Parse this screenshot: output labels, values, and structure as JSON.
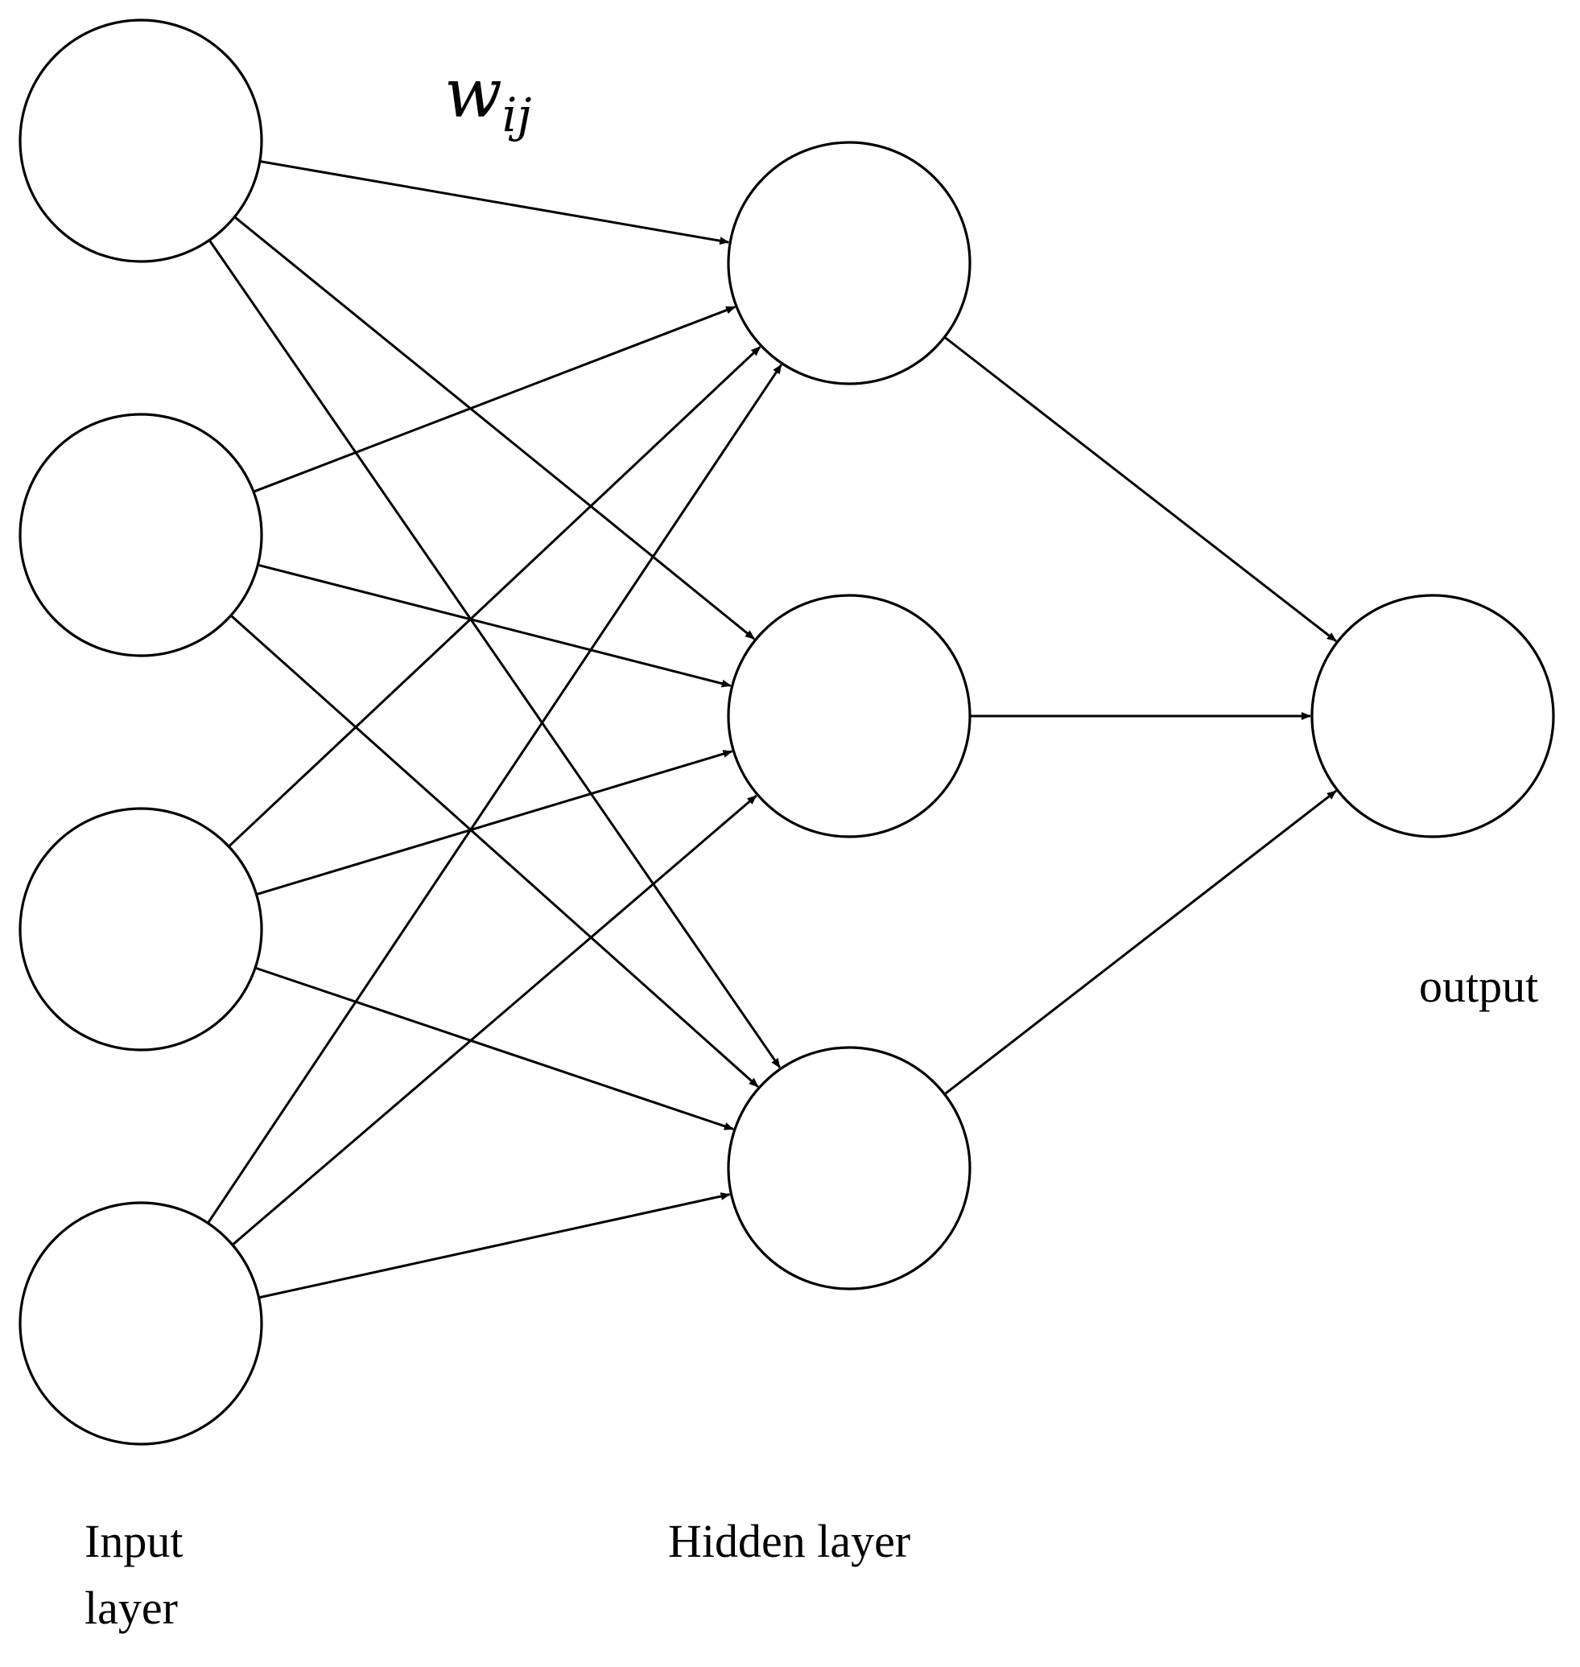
{
  "diagram": {
    "weight_label": {
      "symbol": "w",
      "subscript": "ij"
    },
    "layers": [
      {
        "id": "input",
        "label_lines": [
          "Input",
          "layer"
        ],
        "node_count": 4
      },
      {
        "id": "hidden",
        "label_lines": [
          "Hidden layer"
        ],
        "node_count": 3
      },
      {
        "id": "output",
        "label_lines": [
          "output"
        ],
        "node_count": 1
      }
    ],
    "connections": "fully-connected",
    "colors": {
      "stroke": "#000000",
      "background": "#ffffff"
    }
  }
}
